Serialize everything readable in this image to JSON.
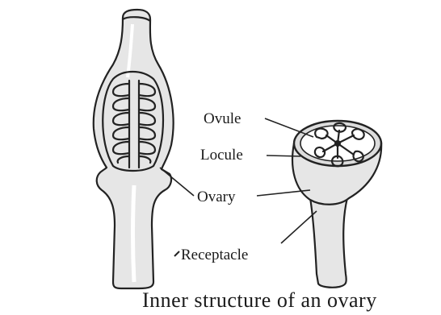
{
  "labels": {
    "ovule": "Ovule",
    "locule": "Locule",
    "ovary": "Ovary",
    "receptacle": "Receptacle"
  },
  "caption": "Inner structure of an ovary",
  "colors": {
    "ink": "#222222",
    "fill": "#e6e6e6",
    "background": "#ffffff"
  }
}
